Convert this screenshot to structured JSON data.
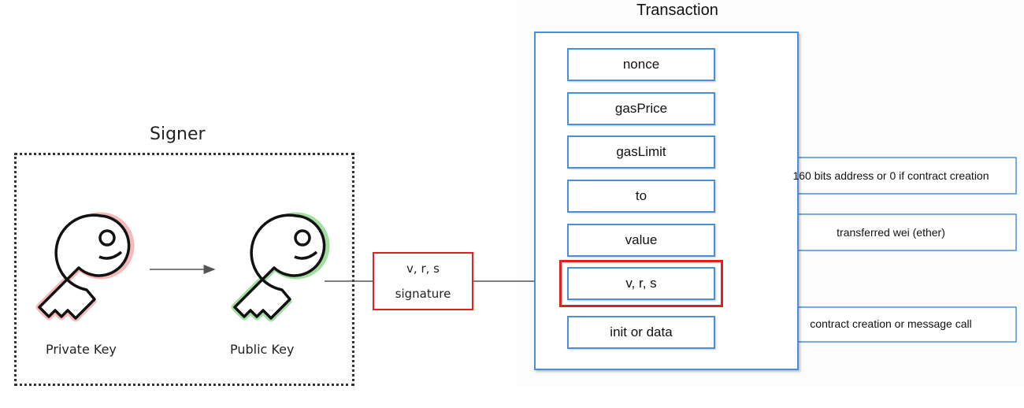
{
  "signer": {
    "title": "Signer",
    "private_key_label": "Private Key",
    "public_key_label": "Public Key"
  },
  "signature": {
    "line1": "v, r, s",
    "line2": "signature"
  },
  "transaction": {
    "title": "Transaction",
    "fields": {
      "nonce": "nonce",
      "gasPrice": "gasPrice",
      "gasLimit": "gasLimit",
      "to": "to",
      "value": "value",
      "vrs": "v, r, s",
      "init": "init or data"
    }
  },
  "callouts": {
    "to": "160 bits address or 0 if contract creation",
    "value": "transferred wei (ether)",
    "init": "contract creation or message call"
  },
  "colors": {
    "private_key_glow": "#f4a6a6",
    "public_key_glow": "#8fd98f",
    "field_border": "#4a90d9",
    "highlight": "#e02020"
  },
  "icons": {
    "private_key": "key-icon",
    "public_key": "key-icon"
  }
}
